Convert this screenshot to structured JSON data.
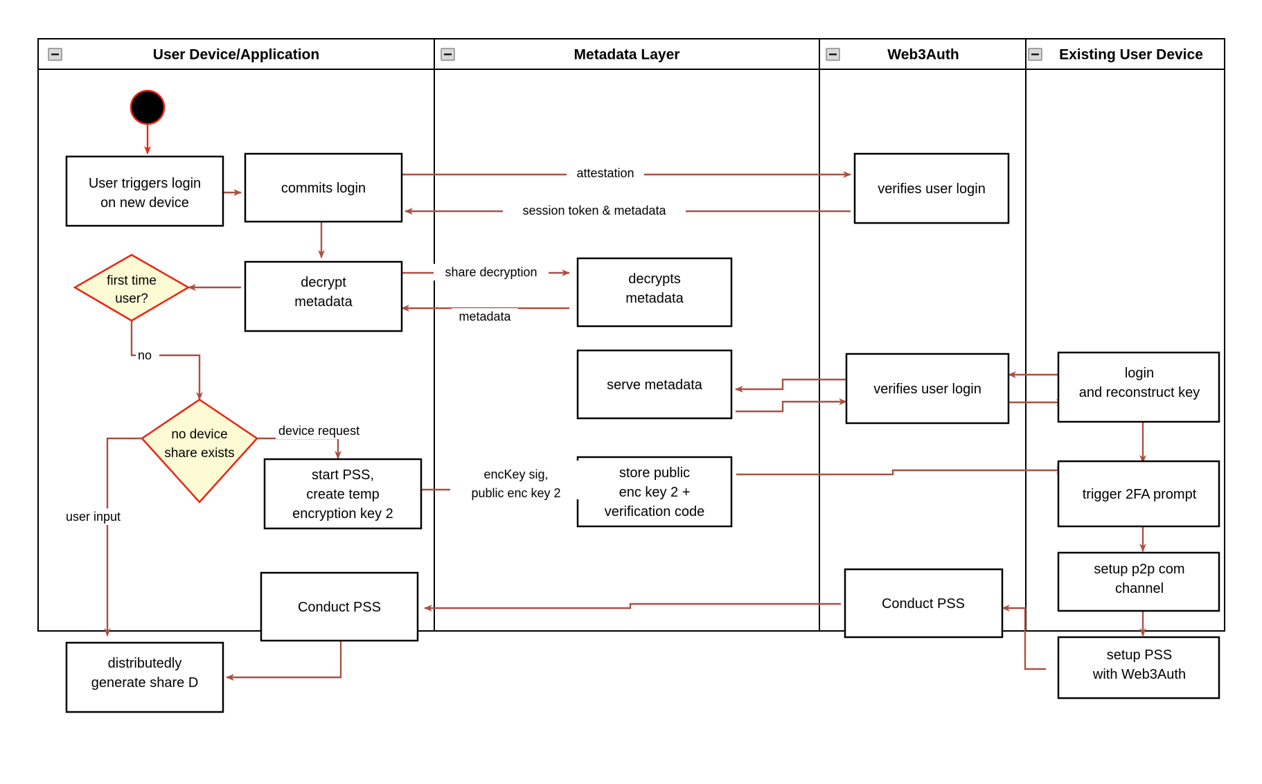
{
  "diagram": {
    "title": "Web3Auth new-device login and share reconstruction activity diagram",
    "colors": {
      "arrow": "#ab4f43",
      "decision_fill": "#fdfbd4",
      "decision_stroke": "#ee2211",
      "node_stroke": "#000000",
      "background": "#ffffff"
    }
  },
  "lanes": [
    {
      "id": "user-device-application",
      "title": "User Device/Application",
      "collapse_icon": "minus-icon"
    },
    {
      "id": "metadata-layer",
      "title": "Metadata Layer",
      "collapse_icon": "minus-icon"
    },
    {
      "id": "web3auth",
      "title": "Web3Auth",
      "collapse_icon": "minus-icon"
    },
    {
      "id": "existing-user-device",
      "title": "Existing User Device",
      "collapse_icon": "minus-icon"
    }
  ],
  "nodes": {
    "start": {
      "label": "",
      "type": "start"
    },
    "user_triggers_login": {
      "line1": "User triggers login",
      "line2": "on new device"
    },
    "commits_login": {
      "line1": "commits login"
    },
    "decrypt_metadata": {
      "line1": "decrypt",
      "line2": "metadata"
    },
    "first_time_user": {
      "line1": "first time",
      "line2": "user?"
    },
    "no_device_share_exists": {
      "line1": "no device",
      "line2": "share exists"
    },
    "start_pss": {
      "line1": "start PSS,",
      "line2": "create temp",
      "line3": "encryption key 2"
    },
    "conduct_pss_user": {
      "line1": "Conduct PSS"
    },
    "distributedly_generate_share_d": {
      "line1": "distributedly",
      "line2": "generate share D"
    },
    "decrypts_metadata": {
      "line1": "decrypts",
      "line2": "metadata"
    },
    "serve_metadata": {
      "line1": "serve metadata"
    },
    "store_public_enc_key": {
      "line1": "store public",
      "line2": "enc key 2 +",
      "line3": "verification code"
    },
    "verifies_user_login_1": {
      "line1": "verifies user login"
    },
    "verifies_user_login_2": {
      "line1": "verifies user login"
    },
    "conduct_pss_web3auth": {
      "line1": "Conduct PSS"
    },
    "login_reconstruct_key": {
      "line1": "login",
      "line2": "and reconstruct key"
    },
    "trigger_2fa_prompt": {
      "line1": "trigger 2FA prompt"
    },
    "setup_p2p_com_channel": {
      "line1": "setup p2p com",
      "line2": "channel"
    },
    "setup_pss_with_web3auth": {
      "line1": "setup PSS",
      "line2": "with Web3Auth"
    }
  },
  "edge_labels": {
    "attestation": "attestation",
    "session_token_metadata": "session token & metadata",
    "share_decryption": "share decryption",
    "metadata": "metadata",
    "no": "no",
    "device_request": "device request",
    "user_input": "user input",
    "enckey_sig_line1": "encKey sig,",
    "enckey_sig_line2": "public enc key 2"
  }
}
